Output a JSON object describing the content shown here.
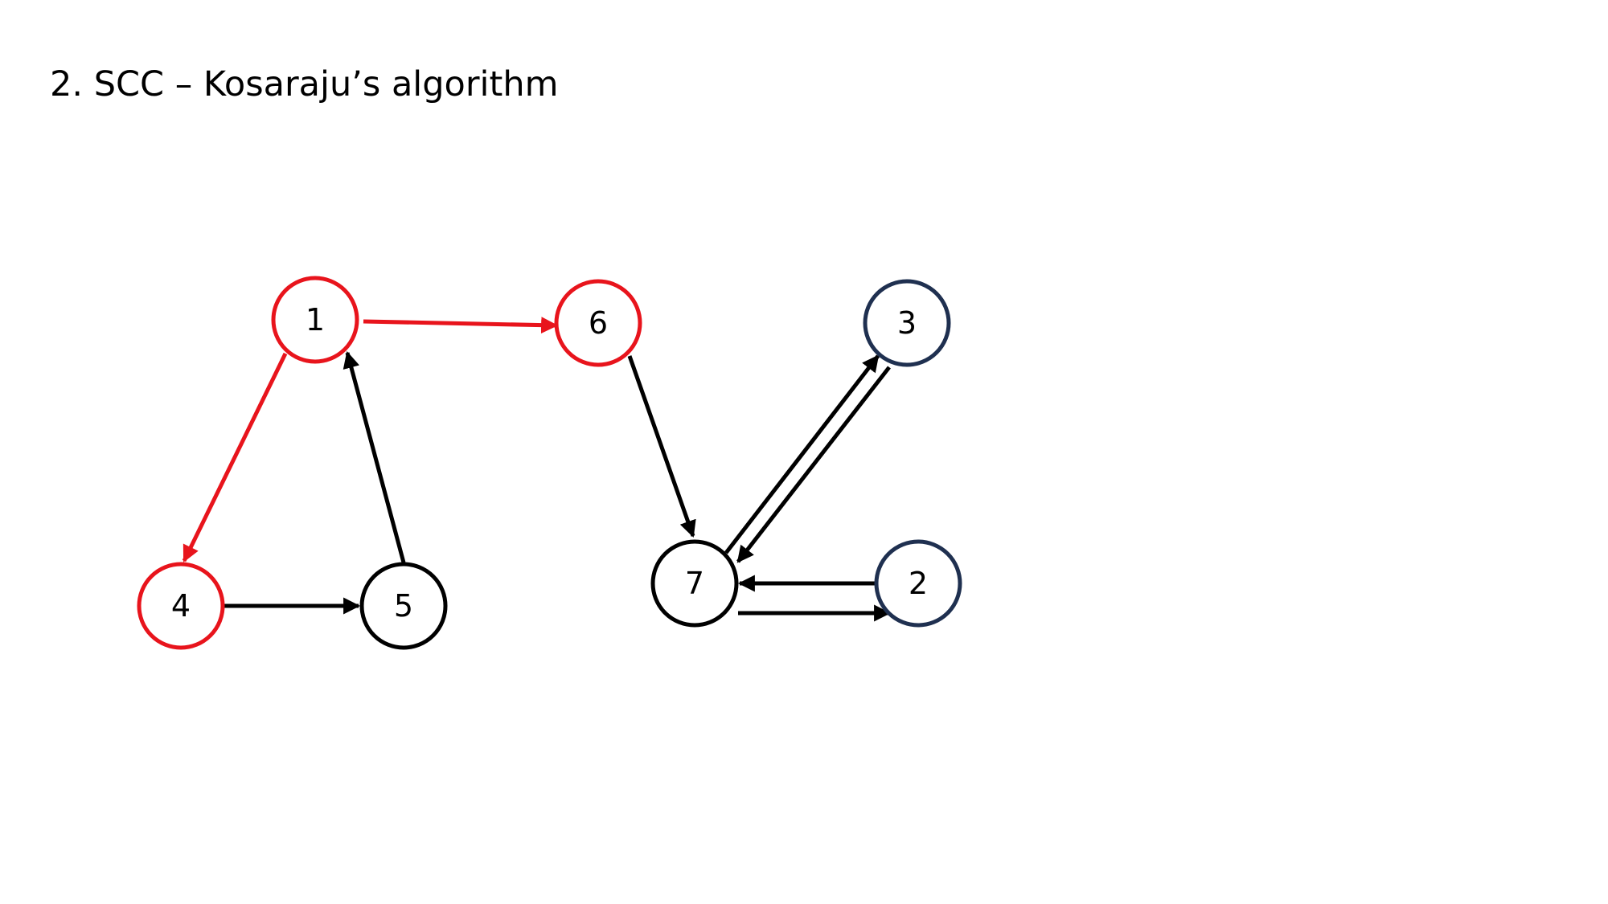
{
  "slide": {
    "title": "2. SCC – Kosaraju’s algorithm"
  },
  "colors": {
    "red": "#e8141c",
    "black": "#000000",
    "navy": "#1f3050",
    "background": "#ffffff"
  },
  "graph": {
    "nodes": [
      {
        "id": "1",
        "label": "1",
        "color": "red"
      },
      {
        "id": "6",
        "label": "6",
        "color": "red"
      },
      {
        "id": "3",
        "label": "3",
        "color": "navy"
      },
      {
        "id": "4",
        "label": "4",
        "color": "red"
      },
      {
        "id": "5",
        "label": "5",
        "color": "black"
      },
      {
        "id": "7",
        "label": "7",
        "color": "black"
      },
      {
        "id": "2",
        "label": "2",
        "color": "navy"
      }
    ],
    "edges": [
      {
        "from": "1",
        "to": "6",
        "color": "red"
      },
      {
        "from": "1",
        "to": "4",
        "color": "red"
      },
      {
        "from": "4",
        "to": "5",
        "color": "black"
      },
      {
        "from": "5",
        "to": "1",
        "color": "black"
      },
      {
        "from": "6",
        "to": "7",
        "color": "black"
      },
      {
        "from": "7",
        "to": "3",
        "color": "black"
      },
      {
        "from": "3",
        "to": "7",
        "color": "black"
      },
      {
        "from": "2",
        "to": "7",
        "color": "black"
      },
      {
        "from": "7",
        "to": "2",
        "color": "black"
      }
    ]
  }
}
